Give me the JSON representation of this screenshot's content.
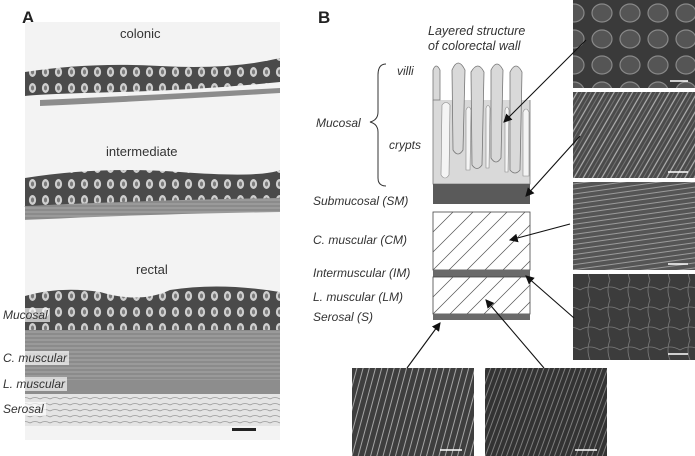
{
  "panel_a": {
    "letter": "A",
    "sections": [
      "colonic",
      "intermediate",
      "rectal"
    ],
    "tissue_labels": [
      "Mucosal",
      "C. muscular",
      "L. muscular",
      "Serosal"
    ]
  },
  "panel_b": {
    "letter": "B",
    "title_line1": "Layered structure",
    "title_line2": "of colorectal wall",
    "villi": "villi",
    "crypts": "crypts",
    "mucosal": "Mucosal",
    "layers": [
      "Submucosal (SM)",
      "C. muscular (CM)",
      "Intermuscular (IM)",
      "L. muscular (LM)",
      "Serosal (S)"
    ]
  },
  "colors": {
    "tissue_dark": "#3a3a3a",
    "tissue_mid": "#8a8a8a",
    "diagram_fill": "#d9d9d9",
    "submucosa": "#5a5a5a"
  }
}
